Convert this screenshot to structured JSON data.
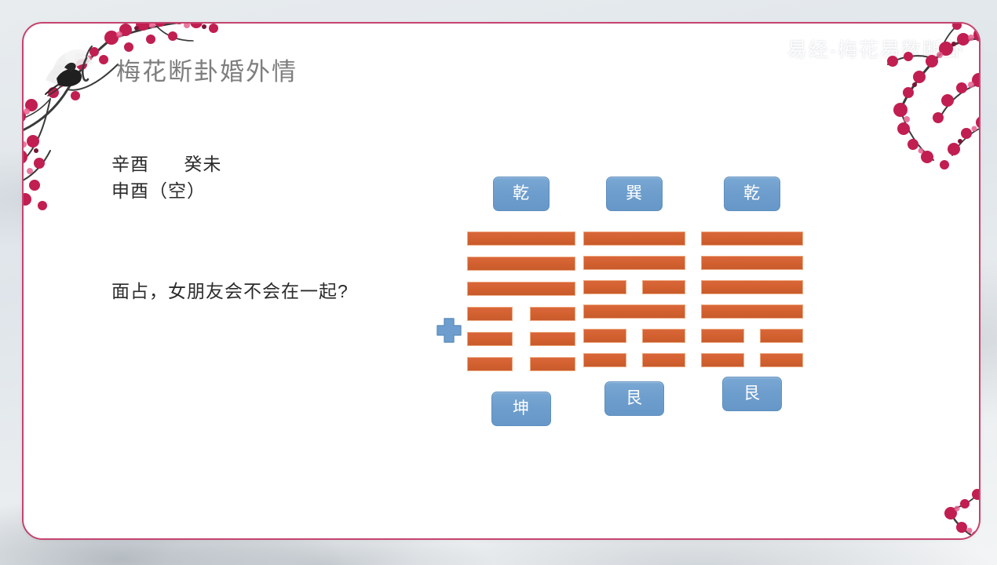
{
  "header": {
    "title": "梅花断卦婚外情",
    "crane_icon": "crane-bird-icon"
  },
  "watermark": {
    "text": "易经-梅花易数断卦"
  },
  "left_pane": {
    "stems_line_1": "辛酉      癸未",
    "stems_line_2": "申酉（空）",
    "question": "面占，女朋友会不会在一起?"
  },
  "marker": {
    "icon": "plus-cross-icon"
  },
  "colors": {
    "yao_line": "#d2602f",
    "yao_line_border": "#eda87f",
    "trigram_label_bg": "#6e9ecd",
    "trigram_label_border": "#5f8fbf",
    "card_border": "#c4446e",
    "title_text": "#7e7e7e",
    "body_text": "#2b2b2b",
    "marker": "#6e9ecd"
  },
  "hexagrams": [
    {
      "id": "hexagram-1",
      "top_trigram": "乾",
      "bottom_trigram": "坤",
      "lines_top_to_bottom": [
        "yang",
        "yang",
        "yang",
        "yin",
        "yin",
        "yin"
      ]
    },
    {
      "id": "hexagram-2",
      "top_trigram": "巽",
      "bottom_trigram": "艮",
      "lines_top_to_bottom": [
        "yang",
        "yang",
        "yin",
        "yang",
        "yin",
        "yin"
      ]
    },
    {
      "id": "hexagram-3",
      "top_trigram": "乾",
      "bottom_trigram": "艮",
      "lines_top_to_bottom": [
        "yang",
        "yang",
        "yang",
        "yang",
        "yin",
        "yin"
      ]
    }
  ]
}
